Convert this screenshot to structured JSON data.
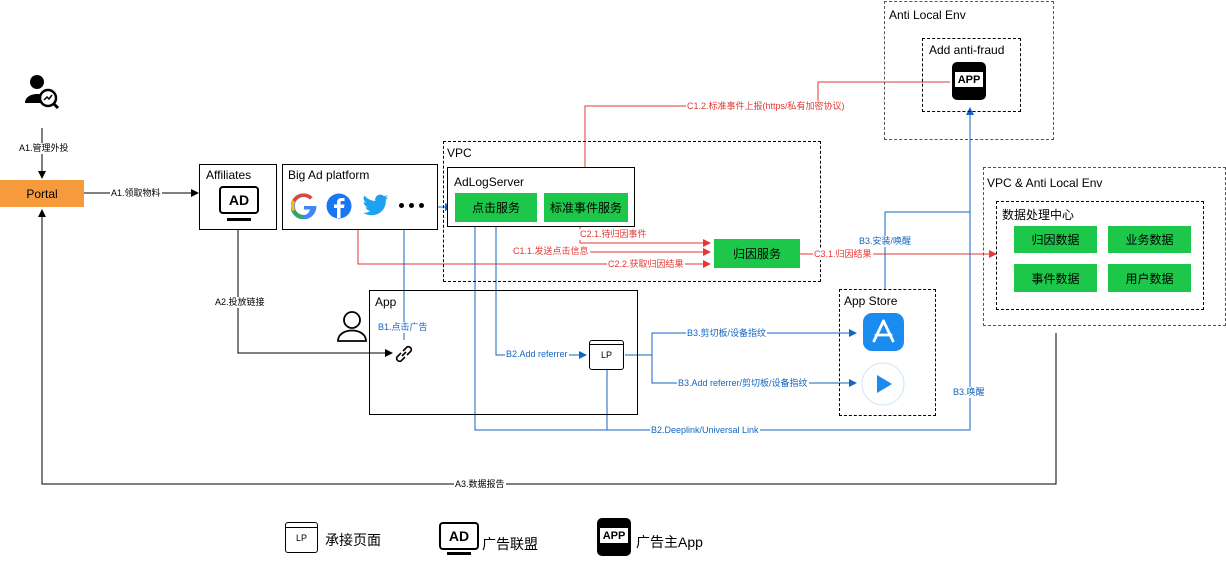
{
  "nodes": {
    "portal": "Portal",
    "affiliates": "Affiliates",
    "ad_icon_text": "AD",
    "big_ad": "Big Ad platform",
    "vpc": "VPC",
    "adlogserver": "AdLogServer",
    "click_service": "点击服务",
    "std_event_service": "标准事件服务",
    "attribution_service": "归因服务",
    "anti_local_env": "Anti Local Env",
    "add_anti_fraud": "Add anti-fraud",
    "app_icon_text": "APP",
    "vpc_anti_local_env": "VPC & Anti Local Env",
    "data_center": "数据处理中心",
    "attribution_data": "归因数据",
    "business_data": "业务数据",
    "event_data": "事件数据",
    "user_data": "用户数据",
    "app": "App",
    "app_store": "App Store",
    "lp_text": "LP"
  },
  "edges": {
    "a1_manage": "A1.管理外投",
    "a1_fetch": "A1.领取物料",
    "a2_link": "A2.投放链接",
    "a3_report": "A3.数据报告",
    "b1_click": "B1.点击广告",
    "b2_add_referrer": "B2.Add referrer",
    "b2_deeplink": "B2.Deeplink/Universal Link",
    "b3_clipboard": "B3.剪切板/设备指纹",
    "b3_add_referrer": "B3.Add referrer/剪切板/设备指纹",
    "b3_install": "B3.安装/唤醒",
    "b3_wake": "B3.唤醒",
    "c1_1": "C1.1.发送点击信息",
    "c1_2": "C1.2.标准事件上报(https/私有加密协议)",
    "c2_1": "C2.1.待归因事件",
    "c2_2": "C2.2.获取归因结果",
    "c3_1": "C3.1.归因结果"
  },
  "legend": {
    "lp": "承接页面",
    "ad": "广告联盟",
    "app": "广告主App"
  },
  "colors": {
    "green": "#1dc74a",
    "orange": "#f59a3d",
    "red": "#e53935",
    "blue": "#1565c0"
  }
}
